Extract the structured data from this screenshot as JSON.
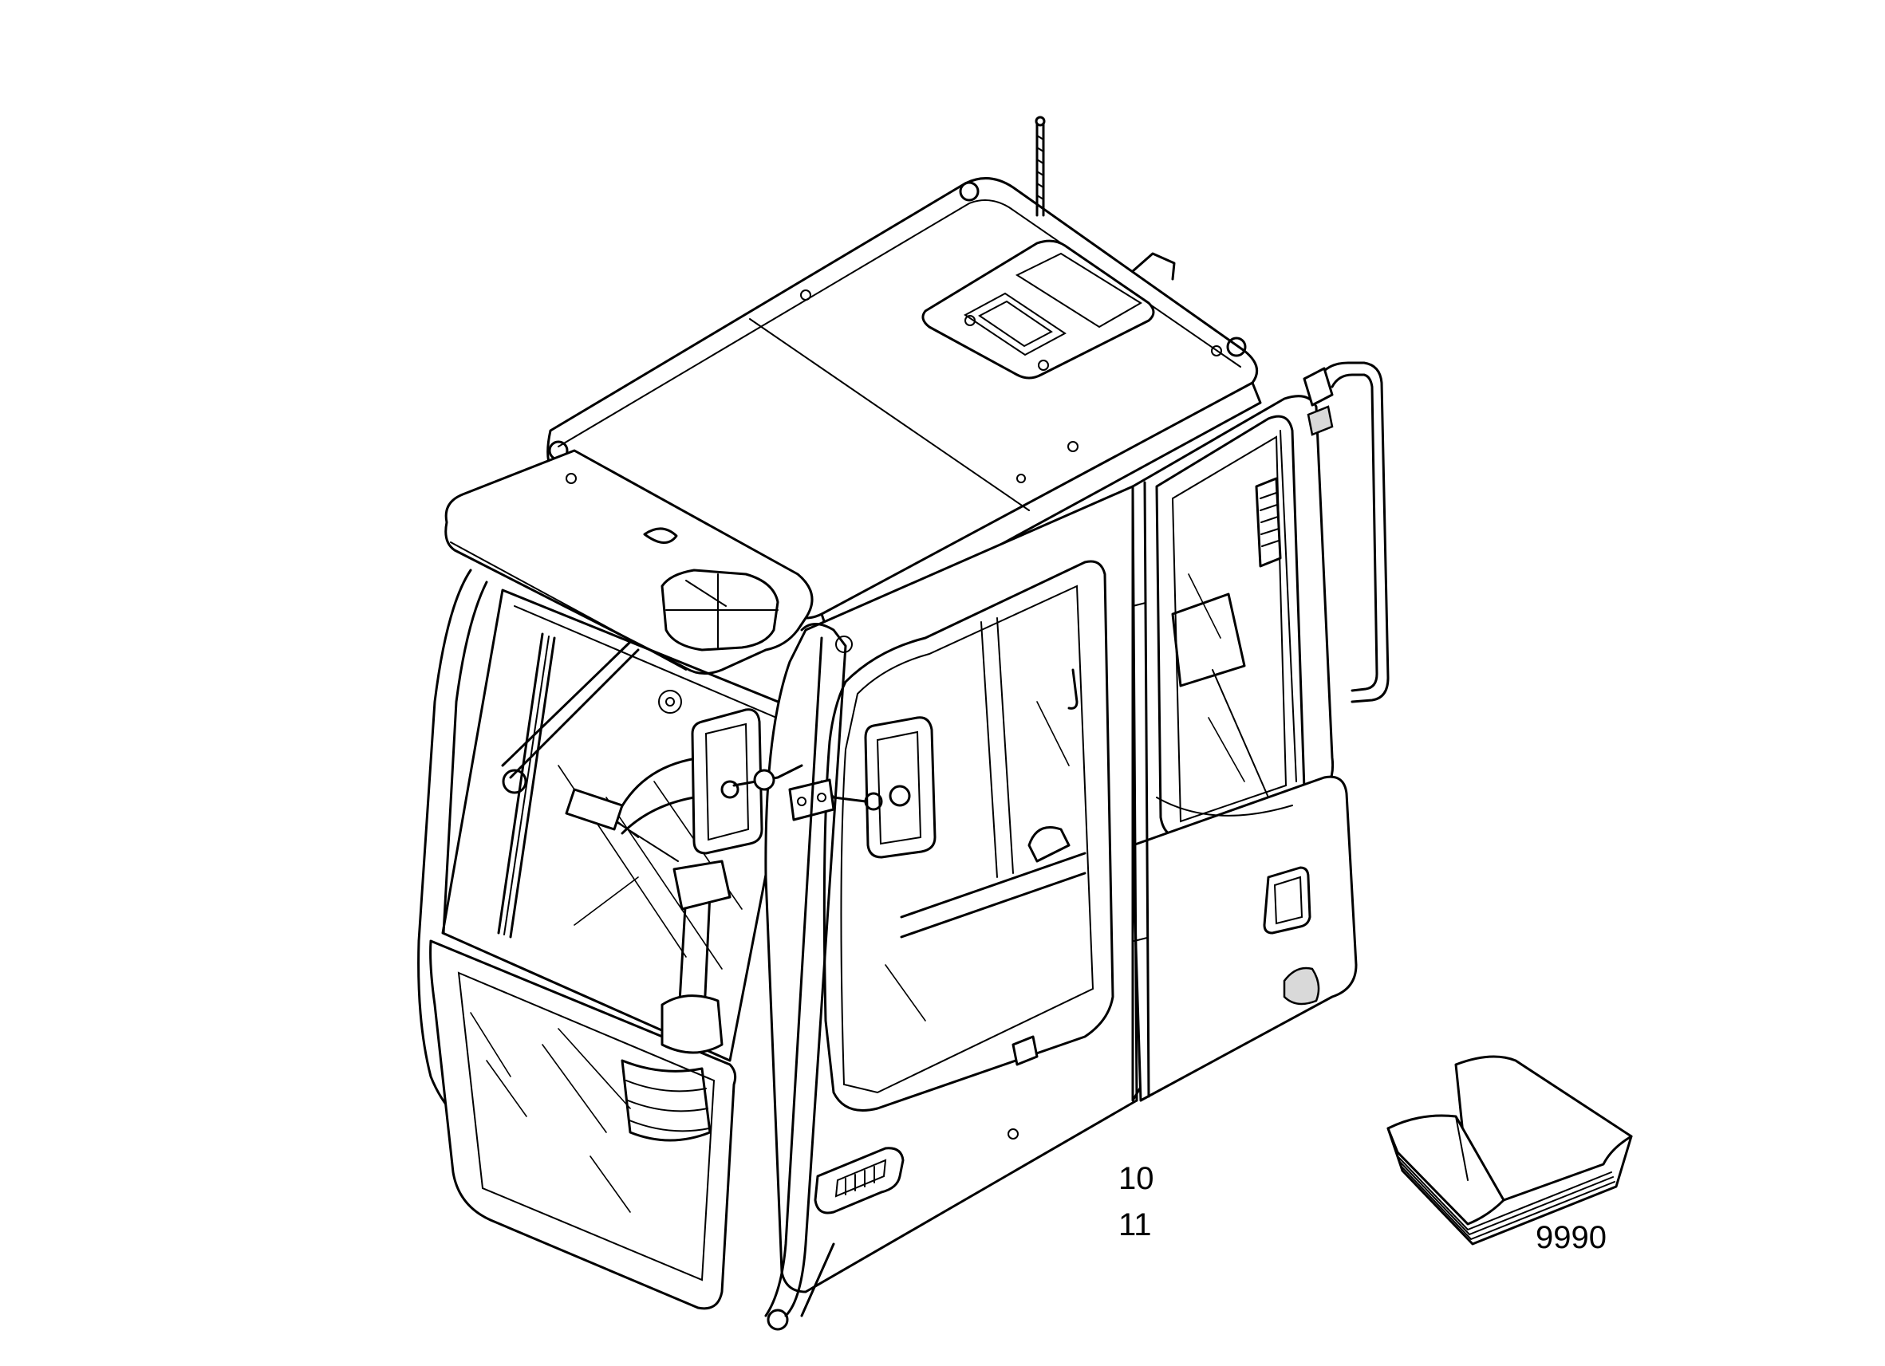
{
  "callouts": {
    "part_a": "10",
    "part_b": "11",
    "manual": "9990"
  },
  "colors": {
    "line": "#000000",
    "background": "#ffffff"
  }
}
